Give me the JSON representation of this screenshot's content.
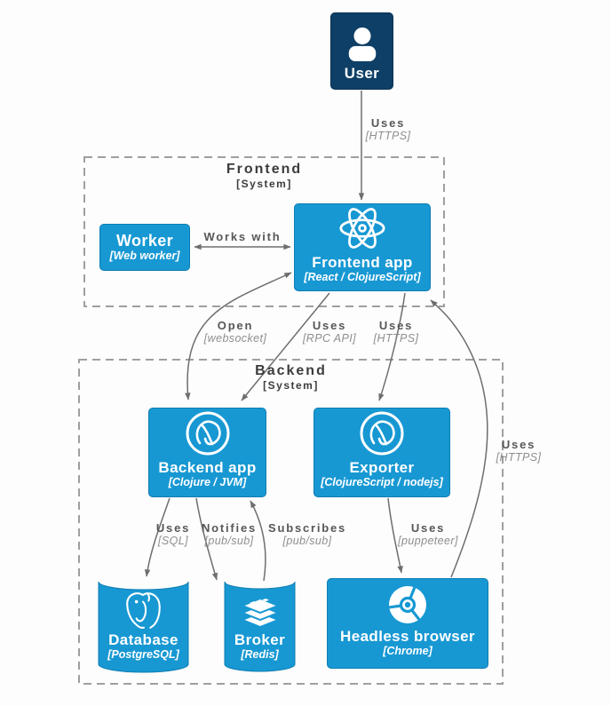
{
  "colors": {
    "container_blue": "#1798d3",
    "person_navy": "#0e3f66",
    "line_gray": "#6e6e6e",
    "boundary_gray": "#9f9f9f",
    "edge_label_gray": "#575757",
    "edge_tech_gray": "#8e8e8e",
    "text_white": "#ffffff"
  },
  "boundaries": {
    "frontend": {
      "title": "Frontend",
      "subtitle": "[System]"
    },
    "backend": {
      "title": "Backend",
      "subtitle": "[System]"
    }
  },
  "nodes": {
    "user": {
      "title": "User",
      "icon": "person-icon"
    },
    "worker": {
      "title": "Worker",
      "subtitle": "[Web worker]"
    },
    "frontend_app": {
      "title": "Frontend app",
      "subtitle": "[React / ClojureScript]",
      "icon": "react-icon"
    },
    "backend_app": {
      "title": "Backend app",
      "subtitle": "[Clojure / JVM]",
      "icon": "clojure-icon"
    },
    "exporter": {
      "title": "Exporter",
      "subtitle": "[ClojureScript / nodejs]",
      "icon": "clojure-icon"
    },
    "database": {
      "title": "Database",
      "subtitle": "[PostgreSQL]",
      "icon": "postgresql-icon"
    },
    "broker": {
      "title": "Broker",
      "subtitle": "[Redis]",
      "icon": "redis-icon"
    },
    "headless_browser": {
      "title": "Headless browser",
      "subtitle": "[Chrome]",
      "icon": "chrome-icon"
    }
  },
  "edges": [
    {
      "label": "Uses",
      "tech": "[HTTPS]",
      "from": "User",
      "to": "Frontend app",
      "bidirectional": false
    },
    {
      "label": "Works with",
      "tech": "",
      "from": "Worker",
      "to": "Frontend app",
      "bidirectional": true
    },
    {
      "label": "Open",
      "tech": "[websocket]",
      "from": "Frontend app",
      "to": "Backend app",
      "bidirectional": true
    },
    {
      "label": "Uses",
      "tech": "[RPC API]",
      "from": "Frontend app",
      "to": "Backend app",
      "bidirectional": false
    },
    {
      "label": "Uses",
      "tech": "[HTTPS]",
      "from": "Frontend app",
      "to": "Exporter",
      "bidirectional": false
    },
    {
      "label": "Uses",
      "tech": "[HTTPS]",
      "from": "Headless browser",
      "to": "Frontend app",
      "bidirectional": false
    },
    {
      "label": "Uses",
      "tech": "[SQL]",
      "from": "Backend app",
      "to": "Database",
      "bidirectional": false
    },
    {
      "label": "Notifies",
      "tech": "[pub/sub]",
      "from": "Backend app",
      "to": "Broker",
      "bidirectional": false
    },
    {
      "label": "Subscribes",
      "tech": "[pub/sub]",
      "from": "Broker",
      "to": "Backend app",
      "bidirectional": false
    },
    {
      "label": "Uses",
      "tech": "[puppeteer]",
      "from": "Exporter",
      "to": "Headless browser",
      "bidirectional": false
    }
  ]
}
